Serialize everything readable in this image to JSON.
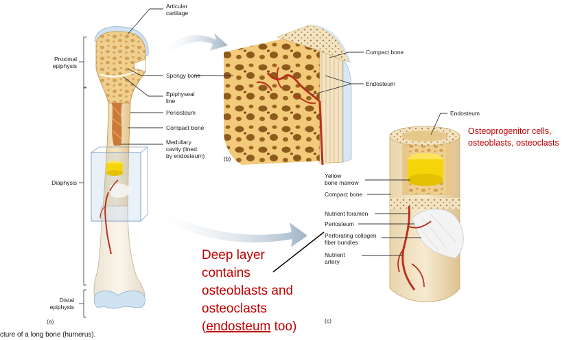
{
  "labels": {
    "articular_cartilage": [
      "Articular",
      "cartilage"
    ],
    "proximal_epiphysis": [
      "Proximal",
      "epiphysis"
    ],
    "spongy_bone": "Spongy bone",
    "epiphyseal_line": [
      "Epiphyseal",
      "line"
    ],
    "periosteum": "Periosteum",
    "compact_bone": "Compact bone",
    "medullary_cavity": [
      "Medullary",
      "cavity (lined",
      "by endosteum)"
    ],
    "diaphysis": "Diaphysis",
    "distal_epiphysis": [
      "Distal",
      "epiphysis"
    ],
    "panel_a": "(a)",
    "panel_b": "(b)",
    "panel_c": "(c)",
    "b_compact_bone": "Compact bone",
    "b_endosteum": "Endosteum",
    "c_endosteum": "Endosteum",
    "yellow_marrow": [
      "Yellow",
      "bone marrow"
    ],
    "c_compact_bone": "Compact bone",
    "nutrient_foramen": "Nutrient foramen",
    "c_periosteum": "Periosteum",
    "perforating_fibers": [
      "Perforating collagen",
      "fiber bundles"
    ],
    "nutrient_artery": [
      "Nutrient",
      "artery"
    ]
  },
  "annotations": {
    "endosteum_cells": [
      "Osteoprogenitor cells,",
      "osteoblasts, osteoclasts"
    ],
    "deep_layer": [
      "Deep layer",
      "contains",
      "osteoblasts and",
      "osteoclasts"
    ],
    "deep_layer_last": {
      "open": "(",
      "underlined": "endosteum",
      "rest": " too)"
    }
  },
  "caption": "cture of a long bone (humerus).",
  "colors": {
    "annotation_red": "#c00000",
    "bone": "#f2d7a4",
    "marrow_yellow": "#f5d40a",
    "artery": "#b8321f",
    "cartilage_blue": "#cfe2f0"
  }
}
